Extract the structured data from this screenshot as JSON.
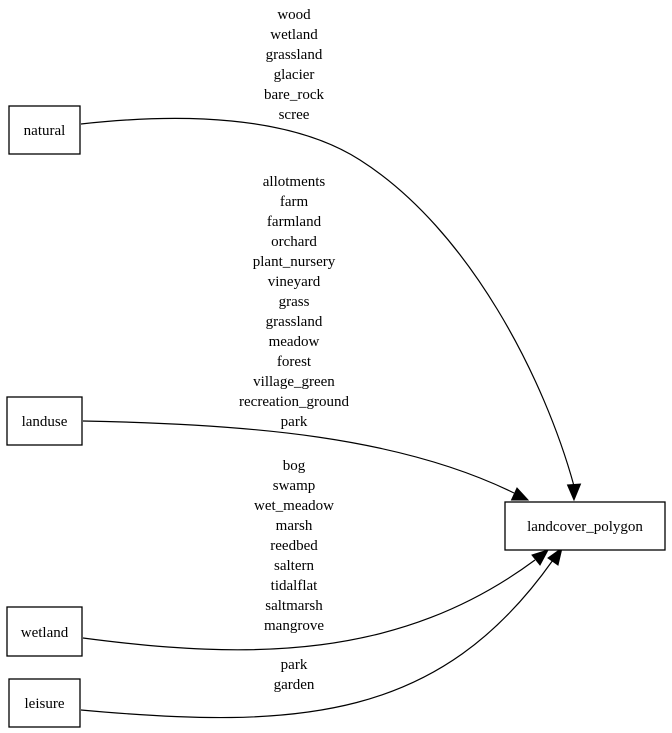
{
  "diagram": {
    "nodes": {
      "natural": "natural",
      "landuse": "landuse",
      "wetland": "wetland",
      "leisure": "leisure",
      "target": "landcover_polygon"
    },
    "edges": {
      "natural": [
        "wood",
        "wetland",
        "grassland",
        "glacier",
        "bare_rock",
        "scree"
      ],
      "landuse": [
        "allotments",
        "farm",
        "farmland",
        "orchard",
        "plant_nursery",
        "vineyard",
        "grass",
        "grassland",
        "meadow",
        "forest",
        "village_green",
        "recreation_ground",
        "park"
      ],
      "wetland": [
        "bog",
        "swamp",
        "wet_meadow",
        "marsh",
        "reedbed",
        "saltern",
        "tidalflat",
        "saltmarsh",
        "mangrove"
      ],
      "leisure": [
        "park",
        "garden"
      ]
    }
  }
}
